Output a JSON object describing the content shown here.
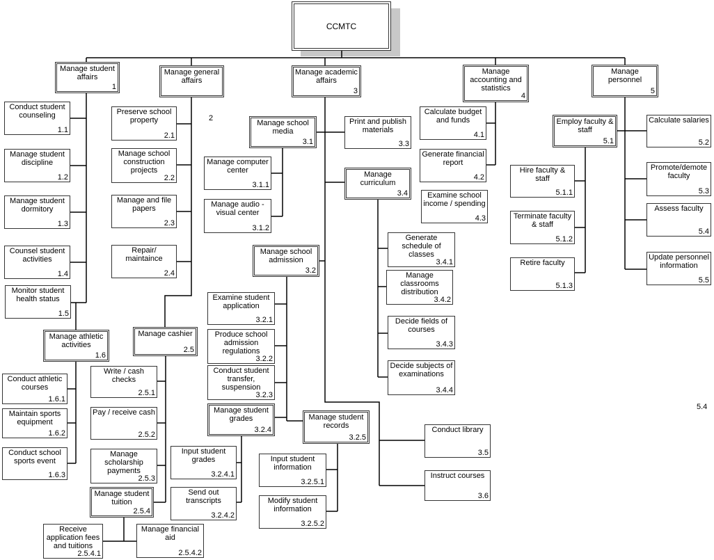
{
  "diagram": {
    "root": {
      "label": "CCMTC"
    },
    "nodes": [
      {
        "id": "n1",
        "label": "Manage student affairs",
        "code": "1"
      },
      {
        "id": "n2",
        "label": "Manage general affairs",
        "code": ""
      },
      {
        "id": "n3",
        "label": "Manage academic affairs",
        "code": "3"
      },
      {
        "id": "n4",
        "label": "Manage accounting and statistics",
        "code": "4"
      },
      {
        "id": "n5",
        "label": "Manage personnel",
        "code": "5"
      },
      {
        "id": "n1_1",
        "label": "Conduct student counseling",
        "code": "1.1"
      },
      {
        "id": "n1_2",
        "label": "Manage student discipline",
        "code": "1.2"
      },
      {
        "id": "n1_3",
        "label": "Manage student dormitory",
        "code": "1.3"
      },
      {
        "id": "n1_4",
        "label": "Counsel student activities",
        "code": "1.4"
      },
      {
        "id": "n1_5",
        "label": "Monitor student health status",
        "code": "1.5"
      },
      {
        "id": "n1_6",
        "label": "Manage athletic activities",
        "code": "1.6"
      },
      {
        "id": "n1_6_1",
        "label": "Conduct athletic courses",
        "code": "1.6.1"
      },
      {
        "id": "n1_6_2",
        "label": "Maintain sports equipment",
        "code": "1.6.2"
      },
      {
        "id": "n1_6_3",
        "label": "Conduct school sports event",
        "code": "1.6.3"
      },
      {
        "id": "n2_1",
        "label": "Preserve school property",
        "code": "2.1"
      },
      {
        "id": "n2_2",
        "label": "Manage school construction projects",
        "code": "2.2"
      },
      {
        "id": "n2_3",
        "label": "Manage and file papers",
        "code": "2.3"
      },
      {
        "id": "n2_4",
        "label": "Repair/ maintaince",
        "code": "2.4"
      },
      {
        "id": "n2_5",
        "label": "Manage cashier",
        "code": "2.5"
      },
      {
        "id": "n2_5_1",
        "label": "Write / cash checks",
        "code": "2.5.1"
      },
      {
        "id": "n2_5_2",
        "label": "Pay / receive cash",
        "code": "2.5.2"
      },
      {
        "id": "n2_5_3",
        "label": "Manage scholarship payments",
        "code": "2.5.3"
      },
      {
        "id": "n2_5_4",
        "label": "Manage student tuition",
        "code": "2.5.4"
      },
      {
        "id": "n2_5_4_1",
        "label": "Receive application fees and tuitions",
        "code": "2.5.4.1"
      },
      {
        "id": "n2_5_4_2",
        "label": "Manage financial aid",
        "code": "2.5.4.2"
      },
      {
        "id": "n3_1",
        "label": "Manage school media",
        "code": "3.1"
      },
      {
        "id": "n3_1_1",
        "label": "Manage computer center",
        "code": "3.1.1"
      },
      {
        "id": "n3_1_2",
        "label": "Manage audio - visual center",
        "code": "3.1.2"
      },
      {
        "id": "n3_3",
        "label": "Print and publish materials",
        "code": "3.3"
      },
      {
        "id": "n3_4",
        "label": "Manage curriculum",
        "code": "3.4"
      },
      {
        "id": "n3_4_1",
        "label": "Generate schedule of classes",
        "code": "3.4.1"
      },
      {
        "id": "n3_4_2",
        "label": "Manage classrooms distribution",
        "code": "3.4.2"
      },
      {
        "id": "n3_4_3",
        "label": "Decide fields of courses",
        "code": "3.4.3"
      },
      {
        "id": "n3_4_4",
        "label": "Decide subjects of examinations",
        "code": "3.4.4"
      },
      {
        "id": "n3_2",
        "label": "Manage school admission",
        "code": "3.2"
      },
      {
        "id": "n3_2_1",
        "label": "Examine student application",
        "code": "3.2.1"
      },
      {
        "id": "n3_2_2",
        "label": "Produce school admission regulations",
        "code": "3.2.2"
      },
      {
        "id": "n3_2_3",
        "label": "Conduct student transfer, suspension",
        "code": "3.2.3"
      },
      {
        "id": "n3_2_4",
        "label": "Manage student grades",
        "code": "3.2.4"
      },
      {
        "id": "n3_2_4_1",
        "label": "Input student grades",
        "code": "3.2.4.1"
      },
      {
        "id": "n3_2_4_2",
        "label": "Send out transcripts",
        "code": "3.2.4.2"
      },
      {
        "id": "n3_2_5",
        "label": "Manage student records",
        "code": "3.2.5"
      },
      {
        "id": "n3_2_5_1",
        "label": "Input student information",
        "code": "3.2.5.1"
      },
      {
        "id": "n3_2_5_2",
        "label": "Modify student information",
        "code": "3.2.5.2"
      },
      {
        "id": "n3_5",
        "label": "Conduct library",
        "code": "3.5"
      },
      {
        "id": "n3_6",
        "label": "Instruct courses",
        "code": "3.6"
      },
      {
        "id": "n4_1",
        "label": "Calculate budget and funds",
        "code": "4.1"
      },
      {
        "id": "n4_2",
        "label": "Generate financial report",
        "code": "4.2"
      },
      {
        "id": "n4_3",
        "label": "Examine school income / spending",
        "code": "4.3"
      },
      {
        "id": "n5_1",
        "label": "Employ faculty & staff",
        "code": "5.1"
      },
      {
        "id": "n5_1_1",
        "label": "Hire faculty & staff",
        "code": "5.1.1"
      },
      {
        "id": "n5_1_2",
        "label": "Terminate faculty & staff",
        "code": "5.1.2"
      },
      {
        "id": "n5_1_3",
        "label": "Retire faculty",
        "code": "5.1.3"
      },
      {
        "id": "n5_2",
        "label": "Calculate salaries",
        "code": "5.2"
      },
      {
        "id": "n5_3",
        "label": "Promote/demote faculty",
        "code": "5.3"
      },
      {
        "id": "n5_4",
        "label": "Assess faculty",
        "code": "5.4"
      },
      {
        "id": "n5_5",
        "label": "Update personnel information",
        "code": "5.5"
      }
    ],
    "stray_labels": {
      "general_code": "2",
      "extra_code": "5.4"
    }
  }
}
